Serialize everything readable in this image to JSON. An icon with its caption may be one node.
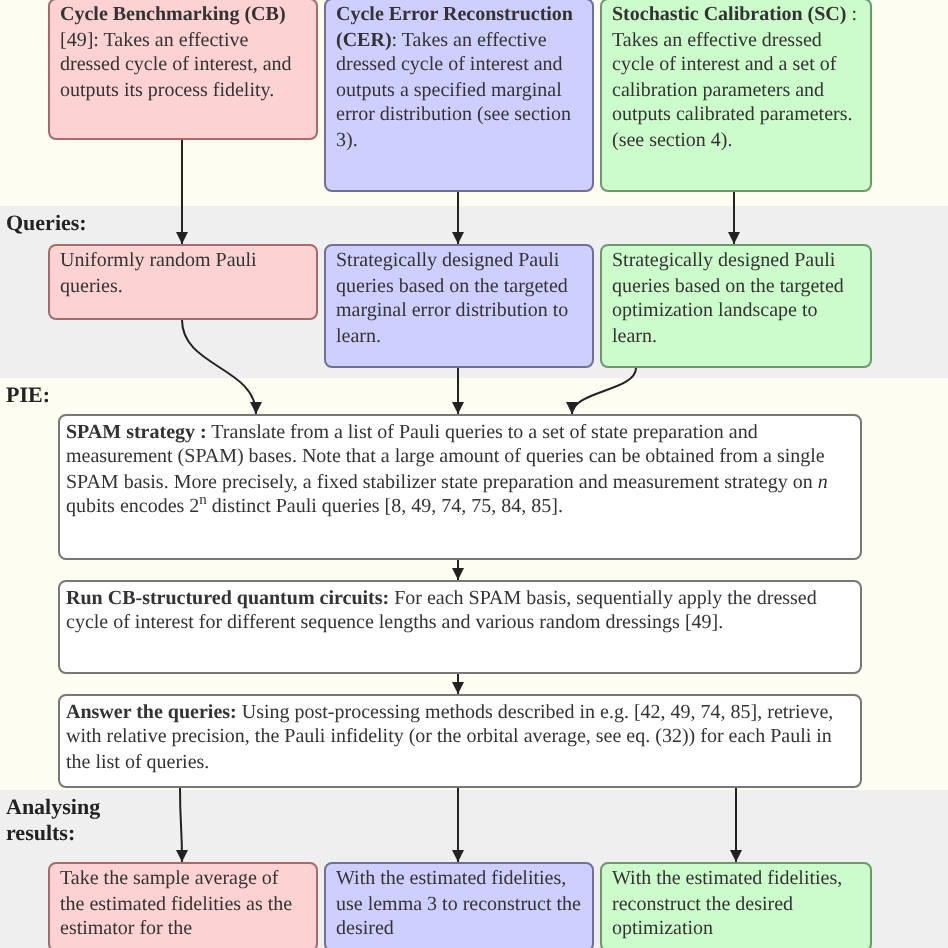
{
  "diagram": {
    "nodes": [
      {
        "text": [
          "**Cycle Benchmarking (CB)** [49]: Takes an effective dressed cycle of interest, and outputs its process fidelity."
        ]
      },
      {
        "text": [
          "**Cycle Error Reconstruction (CER)**: Takes an effective dressed cycle of interest and outputs a specified marginal error distribution (see section 3)."
        ]
      },
      {
        "text": [
          "**Stochastic Calibration (SC)** : Takes an effective dressed cycle of interest and a set of calibration parameters and outputs calibrated parameters. (see section 4)."
        ]
      },
      {
        "text": [
          "Queries:"
        ]
      },
      {
        "text": [
          "Uniformly random Pauli queries."
        ],
        "in": 3
      },
      {
        "text": [
          "Strategically designed Pauli queries based on the targeted marginal error distribution to learn."
        ],
        "in": 3
      },
      {
        "text": [
          "Strategically designed Pauli queries based on the targeted optimization landscape to learn."
        ],
        "in": 3
      },
      {
        "text": [
          "PIE:"
        ]
      },
      {
        "text": [
          "**SPAM strategy :** Translate from a list of Pauli queries to a set of state preparation and measurement (SPAM) bases. Note that a large amount of queries can be obtained from a single SPAM basis. More precisely, a fixed stabilizer state preparation and measurement strategy on *n* qubits encodes 2$^{n}$ distinct Pauli queries [8, 49, 74, 75, 84, 85]."
        ],
        "in": 7
      },
      {
        "text": [
          "**Run CB-structured quantum circuits:** For each SPAM basis, sequentially apply the dressed cycle of interest for different sequence lengths and various random dressings [49]."
        ],
        "in": 7
      },
      {
        "text": [
          "**Answer the queries:** Using post-processing methods described in e.g. [42, 49, 74, 85], retrieve, with relative precision, the Pauli infidelity (or the orbital average, see eq. (32)) for each Pauli in the list of queries."
        ],
        "in": 7
      },
      {
        "text": [
          "Analysing results:"
        ]
      },
      {
        "text": [
          "Take the sample average of the estimated fidelities as the estimator for the"
        ],
        "in": 11
      },
      {
        "text": [
          "With the estimated fidelities, use lemma 3 to reconstruct the desired"
        ],
        "in": 11
      },
      {
        "text": [
          "With the estimated fidelities, reconstruct the desired optimization"
        ],
        "in": 11
      }
    ],
    "edges": [
      {
        "from": 0,
        "to": 4,
        "arrow": "to"
      },
      {
        "from": 1,
        "to": 5,
        "arrow": "to"
      },
      {
        "from": 2,
        "to": 6,
        "arrow": "to"
      },
      {
        "from": 4,
        "to": 8,
        "arrow": "to"
      },
      {
        "from": 5,
        "to": 8,
        "arrow": "to"
      },
      {
        "from": 6,
        "to": 8,
        "arrow": "to"
      },
      {
        "from": 8,
        "to": 9,
        "arrow": "to"
      },
      {
        "from": 9,
        "to": 10,
        "arrow": "to"
      },
      {
        "from": 10,
        "to": 12,
        "arrow": "to"
      },
      {
        "from": 10,
        "to": 13,
        "arrow": "to"
      },
      {
        "from": 10,
        "to": 14,
        "arrow": "to"
      }
    ]
  }
}
